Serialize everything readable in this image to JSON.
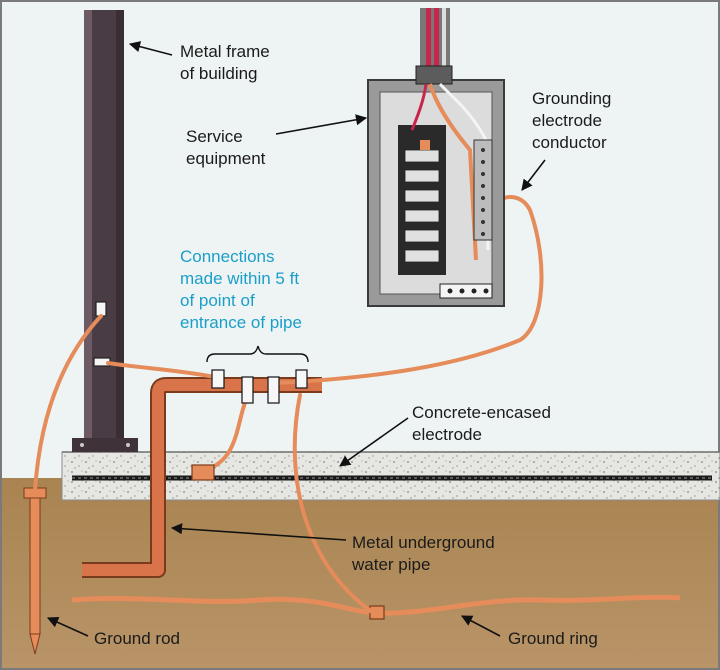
{
  "labels": {
    "metal_frame": [
      "Metal frame",
      "of building"
    ],
    "service_equipment": [
      "Service",
      "equipment"
    ],
    "grounding_conductor": [
      "Grounding",
      "electrode",
      "conductor"
    ],
    "connections": [
      "Connections",
      "made within 5 ft",
      "of point of",
      "entrance of pipe"
    ],
    "concrete_electrode": [
      "Concrete-encased",
      "electrode"
    ],
    "water_pipe": [
      "Metal underground",
      "water pipe"
    ],
    "ground_rod": "Ground rod",
    "ground_ring": "Ground ring"
  },
  "colors": {
    "soil": "#9c7a4a",
    "sky": "#eef3f4",
    "concrete": "#e6e6e3",
    "steel": "#4a3c44",
    "copper": "#e58c5a",
    "pipe": "#d9744a",
    "panel": "#9a9a9a",
    "label_text": "#1b1b1b",
    "note_text": "#1a9fc9"
  }
}
